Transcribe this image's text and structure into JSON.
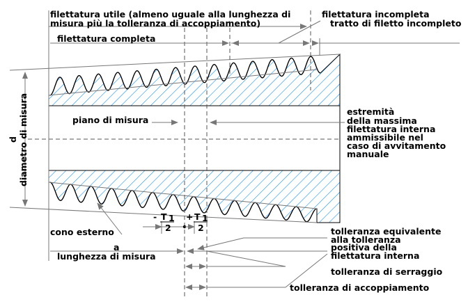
{
  "labels": {
    "filettatura_utile_1": "filettatura utile (almeno uguale alla lunghezza di",
    "filettatura_utile_2": "misura più la tolleranza di accoppiamento)",
    "filettatura_incompleta": "filettatura incompleta",
    "tratto_filetto_incompleto": "tratto di filetto incompleto",
    "filettatura_completa": "filettatura completa",
    "piano_di_misura": "piano di misura",
    "estremita": [
      "estremità",
      "della massima",
      "filettatura interna",
      "ammissibile nel",
      "caso di avvitamento",
      "manuale"
    ],
    "d": "d",
    "diametro_di_misura": "diametro di misura",
    "cono_esterno": "cono esterno",
    "minus_sign": "-",
    "plus_sign": "+",
    "T": "T",
    "sub1": "1",
    "denominator": "2",
    "a": "a",
    "lunghezza_di_misura": "lunghezza di misura",
    "tolleranza_equivalente": [
      "tolleranza equivalente",
      "alla tolleranza",
      "positiva della",
      "filettatura interna"
    ],
    "tolleranza_di_serraggio": "tolleranza di serraggio",
    "tolleranza_di_accoppiamento": "tolleranza di accoppiamento"
  },
  "colors": {
    "hatch": "#1e90ff",
    "line": "#777777"
  }
}
